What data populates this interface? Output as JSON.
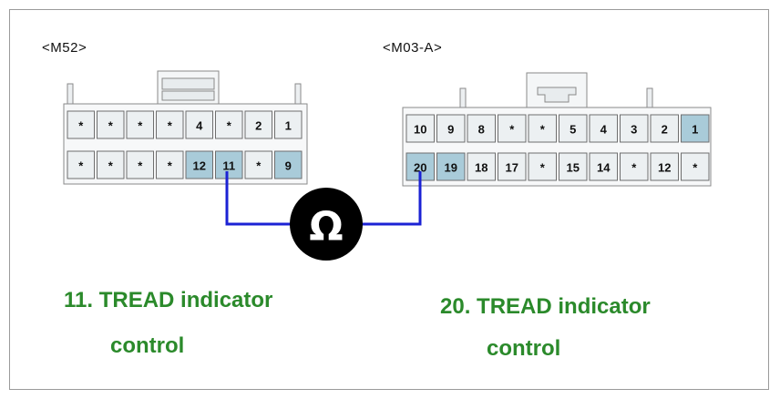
{
  "left_connector": {
    "label": "<M52>",
    "top_row": [
      "*",
      "*",
      "*",
      "*",
      "4",
      "*",
      "2",
      "1"
    ],
    "bottom_row": [
      "*",
      "*",
      "*",
      "*",
      "12",
      "11",
      "*",
      "9"
    ],
    "highlighted_bottom": [
      4,
      5,
      7
    ],
    "highlighted_top": []
  },
  "right_connector": {
    "label": "<M03-A>",
    "top_row": [
      "10",
      "9",
      "8",
      "*",
      "*",
      "5",
      "4",
      "3",
      "2",
      "1"
    ],
    "bottom_row": [
      "20",
      "19",
      "18",
      "17",
      "*",
      "15",
      "14",
      "*",
      "12",
      "*"
    ],
    "highlighted_top": [
      9
    ],
    "highlighted_bottom": [
      0,
      1
    ]
  },
  "meter_symbol": "Ω",
  "left_desc": {
    "line1": "11. TREAD indicator",
    "line2": "control"
  },
  "right_desc": {
    "line1": "20. TREAD indicator",
    "line2": "control"
  },
  "colors": {
    "pin_fill": "#ecf0f2",
    "pin_highlight": "#a9cbd9",
    "pin_border": "#6e6e6e",
    "wire": "#1b22d4",
    "meter": "#000000",
    "desc_text": "#2b8a2b"
  }
}
